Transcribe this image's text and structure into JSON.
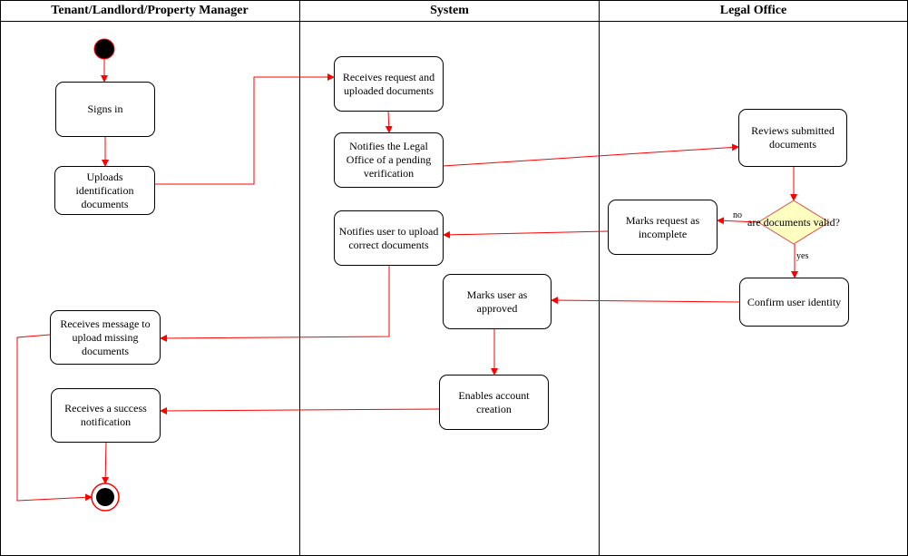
{
  "diagram": {
    "lanes": [
      {
        "id": "tenant",
        "title": "Tenant/Landlord/Property Manager"
      },
      {
        "id": "system",
        "title": "System"
      },
      {
        "id": "legal",
        "title": "Legal Office"
      }
    ],
    "nodes": {
      "sign_in": "Signs in",
      "upload_docs": "Uploads identification documents",
      "receives_missing": "Receives message to upload missing documents",
      "receives_success": "Receives a success notification",
      "sys_receives": "Receives request and uploaded documents",
      "sys_notifies_legal": "Notifies the Legal Office of a pending verification",
      "sys_notifies_user": "Notifies user to upload correct documents",
      "sys_marks_approved": "Marks user as approved",
      "sys_enables_account": "Enables account creation",
      "legal_reviews": "Reviews submitted documents",
      "legal_marks_incomplete": "Marks request as incomplete",
      "legal_decision": "are documents valid?",
      "legal_confirm": "Confirm user identity"
    },
    "edge_labels": {
      "no": "no",
      "yes": "yes"
    },
    "colors": {
      "edge": "#ff0000",
      "decision_fill": "#ffffc0",
      "decision_stroke": "#d9534f",
      "node_fill": "#ffffff"
    }
  }
}
